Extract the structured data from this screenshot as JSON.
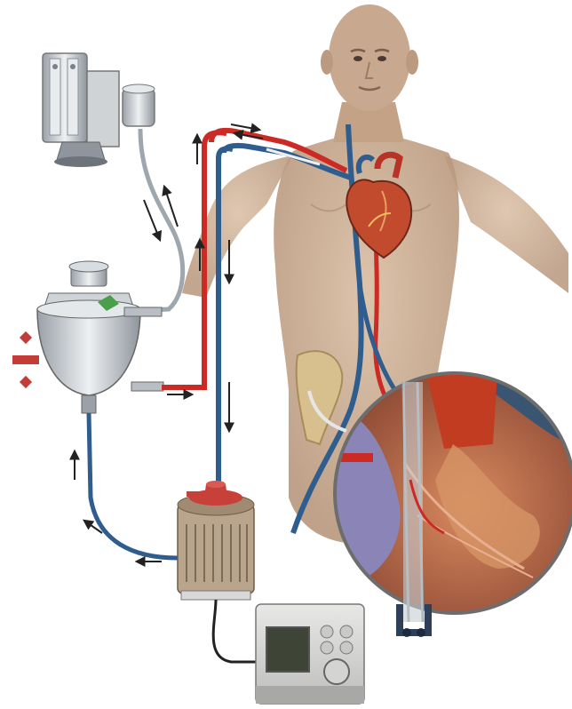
{
  "diagram": {
    "components": [
      {
        "id": "gas-blender",
        "icon": "gas-flow-meter-icon"
      },
      {
        "id": "oxygenator",
        "icon": "oxygenator-icon"
      },
      {
        "id": "centrifugal-pump",
        "icon": "pump-head-icon"
      },
      {
        "id": "pump-console",
        "icon": "console-icon"
      },
      {
        "id": "patient",
        "icon": "human-torso-icon"
      },
      {
        "id": "heart",
        "icon": "heart-icon"
      },
      {
        "id": "magnified-cannula-view",
        "icon": "magnifier-inset-icon"
      }
    ],
    "colors": {
      "arterial": "#cc2a24",
      "venous": "#2e5d8e",
      "gas_line": "#9ea7ad",
      "skin": "#c9a88c",
      "metal": "#c8ccd0",
      "pump_cap": "#c8403a",
      "console_body": "#d8d8d6",
      "inset_tissue": "#b9694a",
      "inset_organ": "#8b84b6",
      "arrow": "#222222"
    }
  }
}
